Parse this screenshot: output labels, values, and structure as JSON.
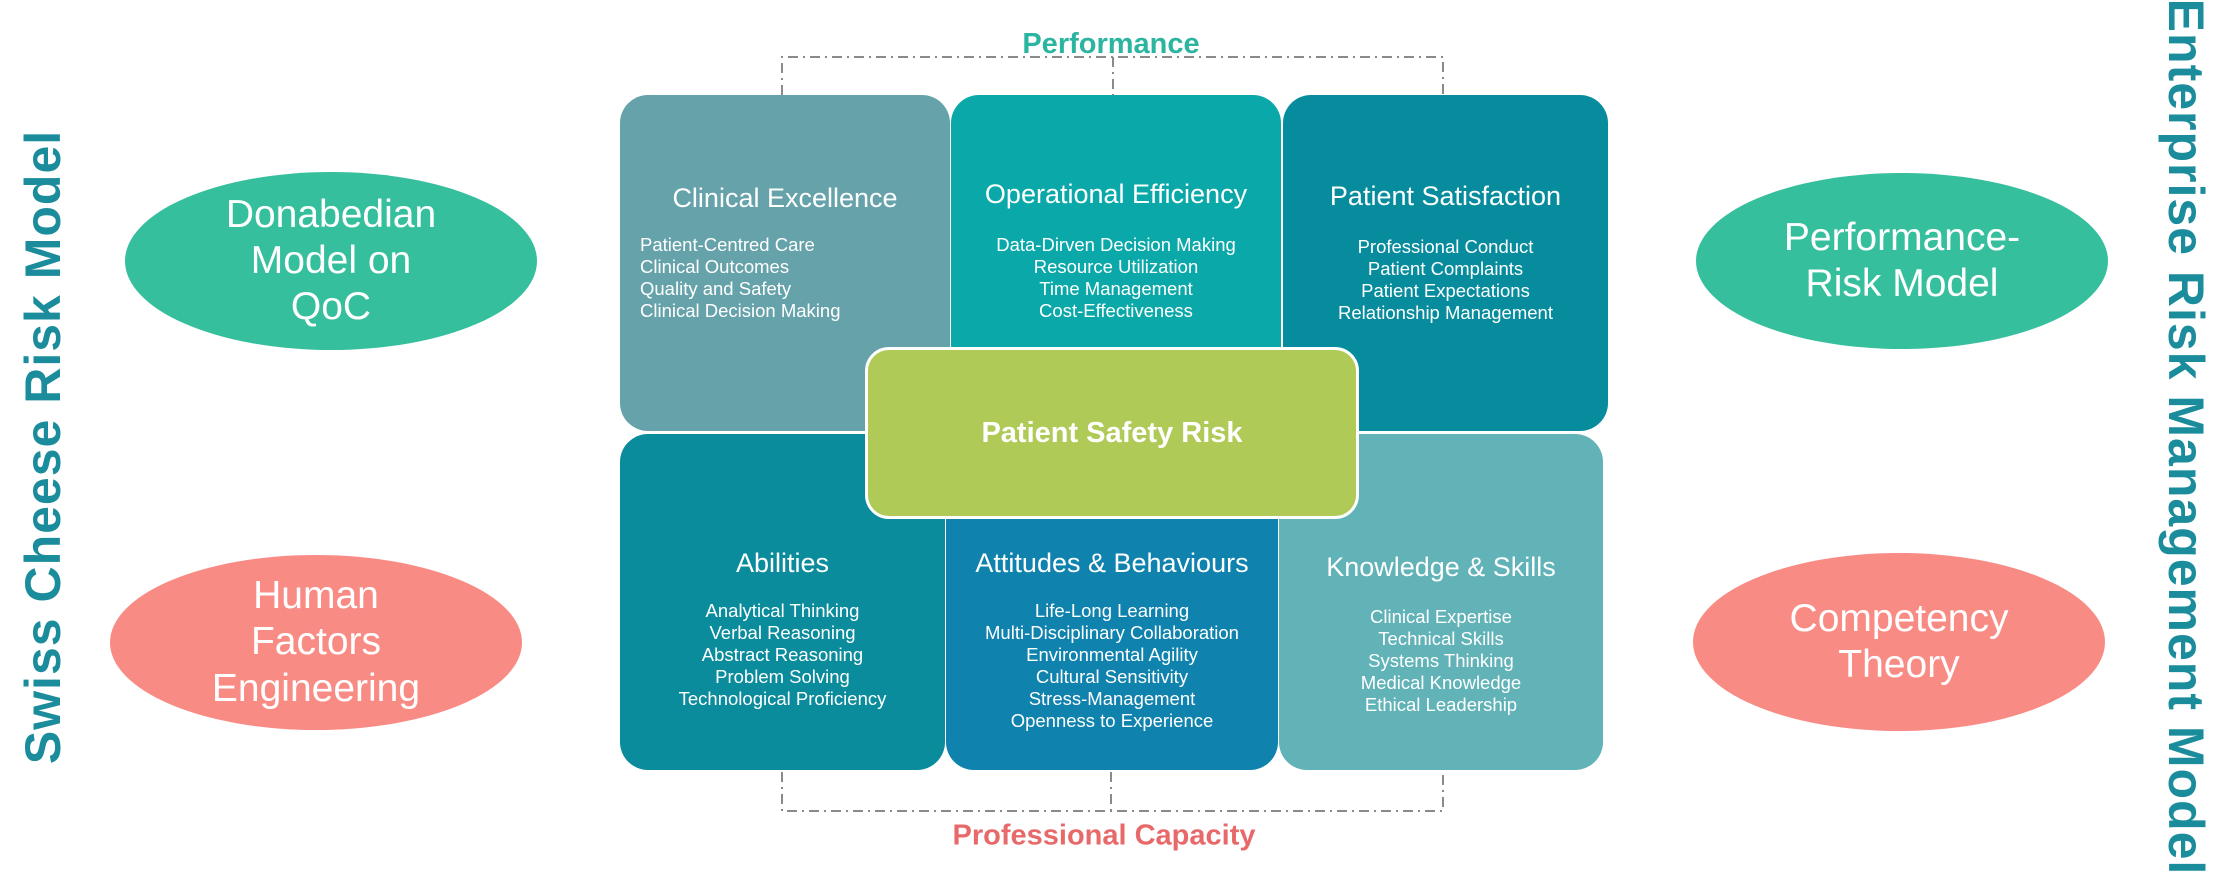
{
  "side_titles": {
    "left": "Swiss Cheese Risk Model",
    "right": "Enterprise Risk Management Model"
  },
  "ellipses": {
    "donabedian": "Donabedian\nModel on\nQoC",
    "human_factors": "Human\nFactors\nEngineering",
    "performance_risk": "Performance-\nRisk Model",
    "competency": "Competency\nTheory"
  },
  "labels": {
    "top": "Performance",
    "bottom": "Professional Capacity",
    "center": "Patient Safety Risk"
  },
  "boxes": {
    "clinical_excellence": {
      "title": "Clinical Excellence",
      "items": [
        "Patient-Centred Care",
        "Clinical Outcomes",
        "Quality and Safety",
        "Clinical Decision Making"
      ]
    },
    "operational_efficiency": {
      "title": "Operational Efficiency",
      "items": [
        "Data-Dirven Decision Making",
        "Resource Utilization",
        "Time Management",
        "Cost-Effectiveness"
      ]
    },
    "patient_satisfaction": {
      "title": "Patient Satisfaction",
      "items": [
        "Professional Conduct",
        "Patient Complaints",
        "Patient Expectations",
        "Relationship Management"
      ]
    },
    "abilities": {
      "title": "Abilities",
      "items": [
        "Analytical Thinking",
        "Verbal Reasoning",
        "Abstract Reasoning",
        "Problem Solving",
        "Technological Proficiency"
      ]
    },
    "attitudes_behaviours": {
      "title": "Attitudes  & Behaviours",
      "items": [
        "Life-Long Learning",
        "Multi-Disciplinary Collaboration",
        "Environmental Agility",
        "Cultural Sensitivity",
        "Stress-Management",
        "Openness to Experience"
      ]
    },
    "knowledge_skills": {
      "title": "Knowledge & Skills",
      "items": [
        "Clinical Expertise",
        "Technical Skills",
        "Systems Thinking",
        "Medical Knowledge",
        "Ethical Leadership"
      ]
    }
  },
  "colors": {
    "teal_green": "#36BF9D",
    "coral": "#F98B85",
    "side_title": "#1B8C9B",
    "top_label": "#2BB5A0",
    "bottom_label": "#E8696A",
    "center": "#AFCA56"
  }
}
